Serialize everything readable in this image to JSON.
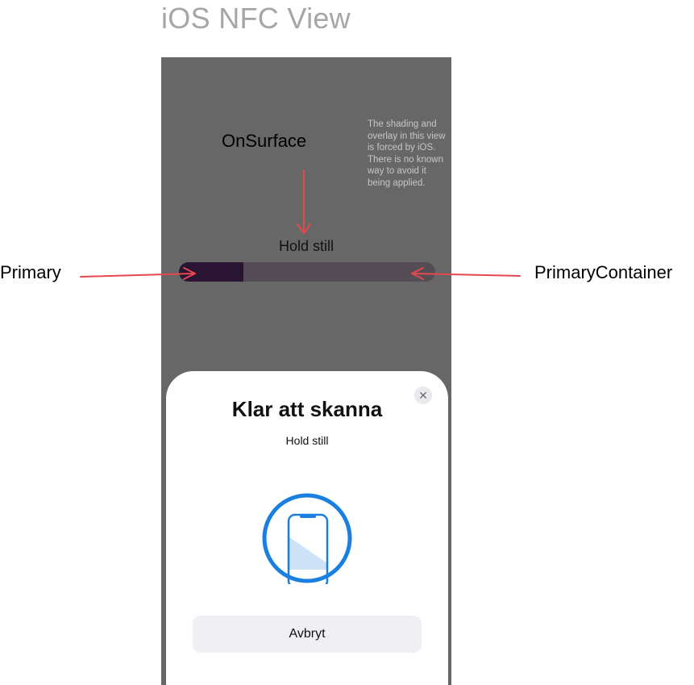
{
  "page_title": "iOS NFC View",
  "note": "The shading and overlay in this view is forced by iOS. There is no known way to avoid it being applied.",
  "annotations": {
    "on_surface": "OnSurface",
    "primary": "Primary",
    "primary_container": "PrimaryContainer"
  },
  "progress": {
    "label": "Hold still",
    "value": 0.25,
    "colors": {
      "primary": "#2a1433",
      "primary_container": "#554d55"
    }
  },
  "sheet": {
    "title": "Klar att skanna",
    "subtitle": "Hold still",
    "close_icon": "close-icon",
    "scan_icon": "phone-scan-icon",
    "cancel_label": "Avbryt"
  },
  "colors": {
    "arrow": "#e5484d",
    "overlay": "#676767",
    "scan_accent": "#1a7fe0"
  }
}
